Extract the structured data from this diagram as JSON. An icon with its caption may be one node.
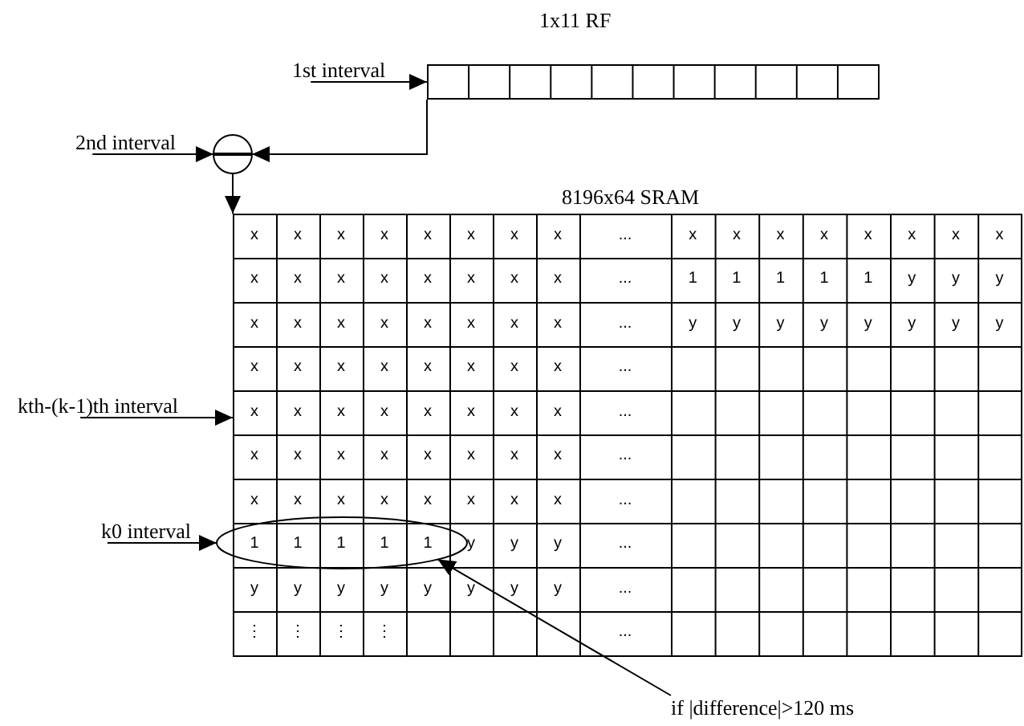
{
  "diagram": {
    "nodes": [
      {
        "text": [
          "1x11 RF"
        ]
      },
      {
        "text": [
          "1st interval"
        ]
      },
      {
        "text": [
          "2nd interval"
        ]
      },
      {
        "text": [],
        "shape": "circle"
      },
      {
        "text": [
          "8196x64 SRAM"
        ]
      },
      {
        "text": [
          "kth-(k-1)th interval"
        ]
      },
      {
        "text": [
          "k0 interval"
        ]
      },
      {
        "text": [],
        "shape": "ellipse"
      },
      {
        "text": [
          "if |difference|>120 ms"
        ]
      }
    ],
    "edges": [
      {
        "from": 1,
        "to": 0,
        "arrow": "to"
      },
      {
        "from": 2,
        "to": 3,
        "arrow": "to"
      },
      {
        "from": 0,
        "to": 3,
        "arrow": "to"
      },
      {
        "from": 3,
        "to": 4,
        "arrow": "to"
      },
      {
        "from": 5,
        "to": 4,
        "arrow": "to"
      },
      {
        "from": 6,
        "to": 7,
        "arrow": "to"
      },
      {
        "from": 8,
        "to": 7,
        "arrow": "to"
      }
    ],
    "labels": [
      "x",
      "x",
      "x",
      "x",
      "x",
      "x",
      "x",
      "x",
      "...",
      "x",
      "x",
      "x",
      "x",
      "x",
      "x",
      "x",
      "x",
      "x",
      "x",
      "x",
      "x",
      "x",
      "x",
      "x",
      "x",
      "...",
      "1",
      "1",
      "1",
      "1",
      "1",
      "y",
      "y",
      "y",
      "x",
      "x",
      "x",
      "x",
      "x",
      "x",
      "x",
      "x",
      "...",
      "y",
      "y",
      "y",
      "y",
      "y",
      "y",
      "y",
      "y",
      "x",
      "x",
      "x",
      "x",
      "x",
      "x",
      "x",
      "x",
      "...",
      "x",
      "x",
      "x",
      "x",
      "x",
      "x",
      "x",
      "x",
      "...",
      "x",
      "x",
      "x",
      "x",
      "x",
      "x",
      "x",
      "x",
      "...",
      "x",
      "x",
      "x",
      "x",
      "x",
      "x",
      "x",
      "x",
      "...",
      "1",
      "1",
      "1",
      "1",
      "1",
      "y",
      "y",
      "y",
      "...",
      "y",
      "y",
      "y",
      "y",
      "y",
      "y",
      "y",
      "y",
      "...",
      "⋮",
      "⋮",
      "⋮",
      "⋮",
      "..."
    ]
  }
}
